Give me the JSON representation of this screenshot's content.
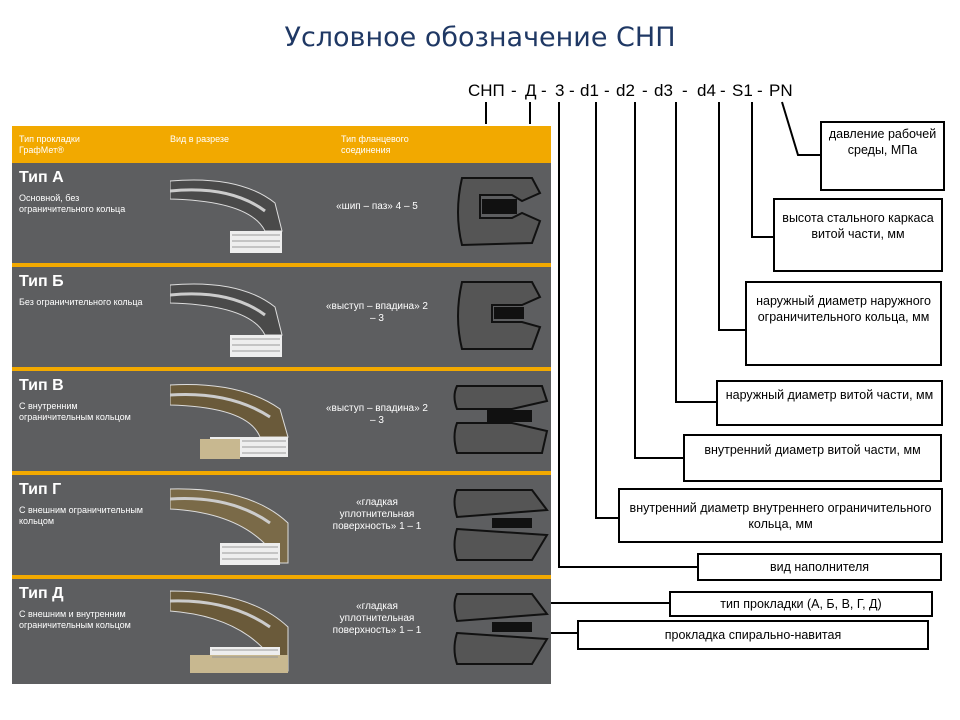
{
  "title": "Условное обозначение СНП",
  "table": {
    "headers": [
      "Тип прокладки ГрафМет®",
      "Вид в разрезе",
      "Тип фланцевого соединения"
    ],
    "rows": [
      {
        "type": "Тип А",
        "desc": "Основной, без ограничительного кольца",
        "flange": "«шип – паз» 4 – 5"
      },
      {
        "type": "Тип Б",
        "desc": "Без ограничительного кольца",
        "flange": "«выступ – впадина» 2 – 3"
      },
      {
        "type": "Тип В",
        "desc": "С внутренним ограничительным кольцом",
        "flange": "«выступ – впадина» 2 – 3"
      },
      {
        "type": "Тип Г",
        "desc": "С внешним ограничительным кольцом",
        "flange": "«гладкая уплотнительная поверхность» 1 – 1"
      },
      {
        "type": "Тип Д",
        "desc": "С внешним и внутренним ограничительным кольцом",
        "flange": "«гладкая уплотнительная поверхность» 1 – 1"
      }
    ]
  },
  "code": [
    "СНП",
    "-",
    "Д",
    "-",
    "3",
    "-",
    "d1",
    "-",
    "d2",
    "-",
    "d3",
    "-",
    "d4",
    "-",
    "S1",
    "-",
    "PN"
  ],
  "boxes": [
    "давление рабочей среды, МПа",
    "высота стального каркаса витой части, мм",
    "наружный диаметр наружного ограничительного кольца, мм",
    "наружный диаметр витой части, мм",
    "внутренний диаметр витой части, мм",
    "внутренний диаметр внутреннего ограничительного кольца, мм",
    "вид наполнителя",
    "тип прокладки (А, Б, В, Г, Д)",
    "прокладка спирально-навитая"
  ]
}
